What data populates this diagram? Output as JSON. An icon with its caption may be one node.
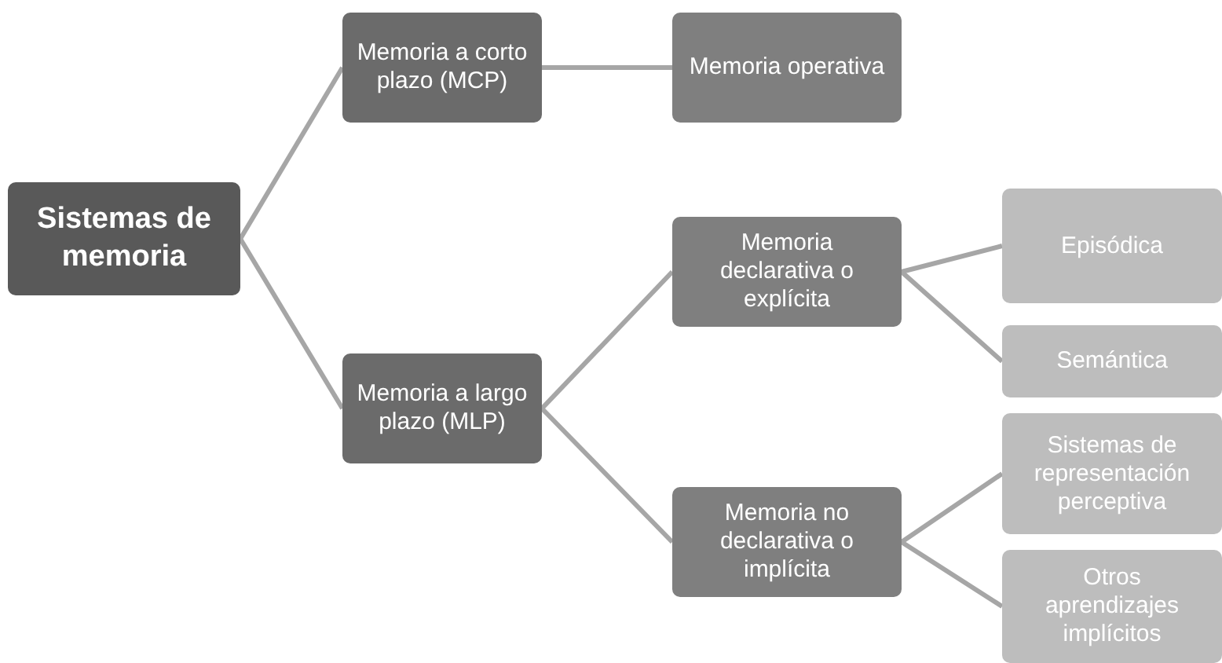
{
  "diagram": {
    "nodes": [
      {
        "text": [
          "Sistemas de memoria"
        ]
      },
      {
        "text": [
          "Memoria a corto plazo (MCP)"
        ]
      },
      {
        "text": [
          "Memoria operativa"
        ]
      },
      {
        "text": [
          "Memoria a largo plazo (MLP)"
        ]
      },
      {
        "text": [
          "Memoria declarativa o explícita"
        ]
      },
      {
        "text": [
          "Memoria no declarativa o implícita"
        ]
      },
      {
        "text": [
          "Episódica"
        ]
      },
      {
        "text": [
          "Semántica"
        ]
      },
      {
        "text": [
          "Sistemas de representación perceptiva"
        ]
      },
      {
        "text": [
          "Otros aprendizajes implícitos"
        ]
      }
    ],
    "edges": [
      {
        "from": 0,
        "to": 1,
        "arrow": "none"
      },
      {
        "from": 0,
        "to": 3,
        "arrow": "none"
      },
      {
        "from": 1,
        "to": 2,
        "arrow": "none"
      },
      {
        "from": 3,
        "to": 4,
        "arrow": "none"
      },
      {
        "from": 3,
        "to": 5,
        "arrow": "none"
      },
      {
        "from": 4,
        "to": 6,
        "arrow": "none"
      },
      {
        "from": 4,
        "to": 7,
        "arrow": "none"
      },
      {
        "from": 5,
        "to": 8,
        "arrow": "none"
      },
      {
        "from": 5,
        "to": 9,
        "arrow": "none"
      }
    ]
  }
}
